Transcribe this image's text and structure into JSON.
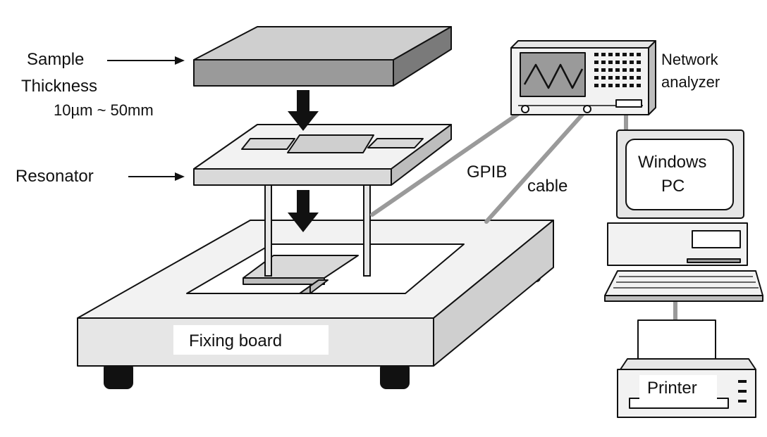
{
  "labels": {
    "sample": "Sample",
    "thickness": "Thickness",
    "thickness_range": "10µm ~ 50mm",
    "resonator": "Resonator",
    "fixing_board": "Fixing board",
    "network_analyzer_line1": "Network",
    "network_analyzer_line2": "analyzer",
    "gpib": "GPIB",
    "cable": "cable",
    "pc_line1": "Windows",
    "pc_line2": "PC",
    "printer": "Printer"
  },
  "colors": {
    "outline": "#111111",
    "top_face": "#d9d9d9",
    "side_face": "#bdbdbd",
    "dark_face": "#8c8c8c",
    "arrow": "#111111",
    "cable": "#9a9a9a"
  },
  "icons": [
    "right-arrow-icon",
    "down-arrow-icon",
    "waveform-icon"
  ]
}
